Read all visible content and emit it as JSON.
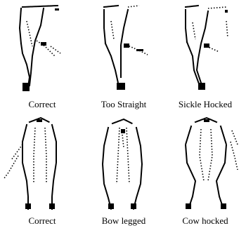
{
  "rows": [
    {
      "view": "side",
      "panels": [
        {
          "caption": "Correct",
          "icon": "side-view-correct-leg"
        },
        {
          "caption": "Too Straight",
          "icon": "side-view-too-straight-leg"
        },
        {
          "caption": "Sickle Hocked",
          "icon": "side-view-sickle-hocked-leg"
        }
      ]
    },
    {
      "view": "rear",
      "panels": [
        {
          "caption": "Correct",
          "icon": "rear-view-correct-legs"
        },
        {
          "caption": "Bow legged",
          "icon": "rear-view-bow-legged"
        },
        {
          "caption": "Cow hocked",
          "icon": "rear-view-cow-hocked"
        }
      ]
    }
  ]
}
